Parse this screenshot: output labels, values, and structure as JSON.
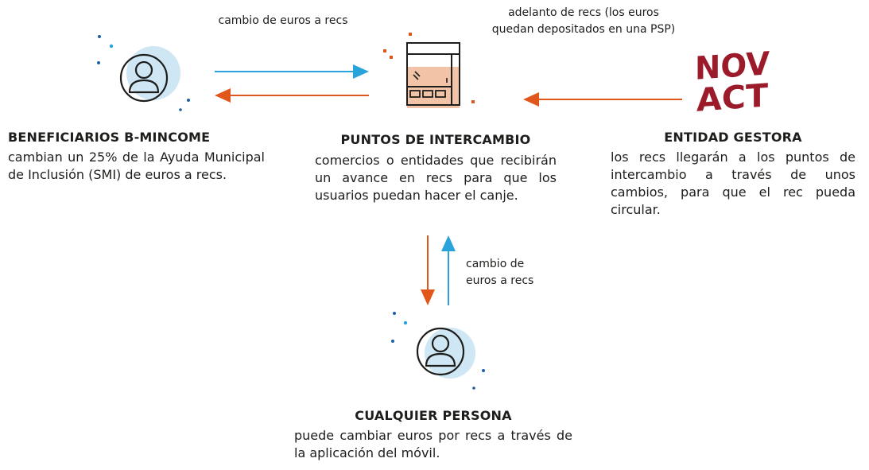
{
  "colors": {
    "blue": "#29a3dc",
    "orange": "#e0561b",
    "light_blue": "#cfe6f4",
    "peach": "#f2c3a7",
    "novact_red": "#9b1b2b"
  },
  "logo": {
    "text_line1": "NOV",
    "text_line2": "ACT"
  },
  "labels": {
    "top_left_arrow": "cambio de euros a recs",
    "top_right_arrow": "adelanto de recs (los euros quedan depositados en una PSP)",
    "vertical_arrow": "cambio de euros a recs"
  },
  "nodes": {
    "beneficiarios": {
      "title": "BENEFICIARIOS B-MINCOME",
      "description": "cambian un 25% de la Ayuda Municipal de Inclusión (SMI) de euros a recs."
    },
    "puntos": {
      "title": "PUNTOS DE INTERCAMBIO",
      "description": "comercios o entidades que recibirán un avance en recs para que los usuarios puedan hacer el canje."
    },
    "entidad": {
      "title": "ENTIDAD GESTORA",
      "description": "los recs llegarán a los puntos de intercambio a través de unos cambios, para que el rec pueda circular."
    },
    "persona": {
      "title": "CUALQUIER PERSONA",
      "description": "puede cambiar euros por recs a través de la aplicación del móvil."
    }
  }
}
